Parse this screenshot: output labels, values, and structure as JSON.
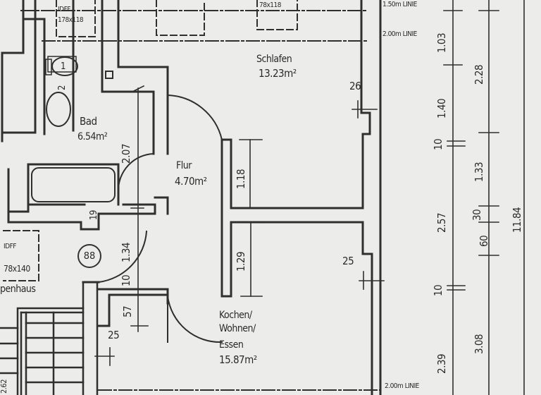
{
  "rooms": {
    "schlafen": {
      "name": "Schlafen",
      "area": "13.23m²"
    },
    "bad": {
      "name": "Bad",
      "area": "6.54m²"
    },
    "flur": {
      "name": "Flur",
      "area": "4.70m²"
    },
    "kochen": {
      "line1": "Kochen/",
      "line2": "Wohnen/",
      "line3": "Essen",
      "area": "15.87m²"
    },
    "treppenhaus": {
      "name": "penhaus"
    }
  },
  "windows": {
    "bad_window": {
      "label1": "IDFF",
      "label2": "178x118"
    },
    "schlafen_window": {
      "label": "78x118"
    },
    "treppenhaus_window": {
      "label1": "IDFF",
      "label2": "78x140"
    }
  },
  "lines": {
    "line_150": "1.50m LINIE",
    "line_200_top": "2.00m LINIE",
    "line_200_bottom": "2.00m LINIE"
  },
  "markers": {
    "circle_1": "1",
    "circle_88": "88",
    "wc_num": "2"
  },
  "dimensions": {
    "d_2_07": "2.07",
    "d_1_18": "1.18",
    "d_1_29": "1.29",
    "d_19": "19",
    "d_1_34": "1.34",
    "d_10_left": "10",
    "d_57": "57",
    "d_25_left": "25",
    "d_25_right": "25",
    "d_26": "26",
    "d_1_03": "1.03",
    "d_1_40": "1.40",
    "d_10_a": "10",
    "d_2_57": "2.57",
    "d_10_b": "10",
    "d_2_39": "2.39",
    "d_2_28": "2.28",
    "d_1_33": "1.33",
    "d_30": "30",
    "d_60": "60",
    "d_3_08": "3.08",
    "d_11_84": "11.84",
    "d_2_62": "2.62"
  },
  "colors": {
    "paper": "#ececea",
    "ink": "#2f2f2f"
  }
}
